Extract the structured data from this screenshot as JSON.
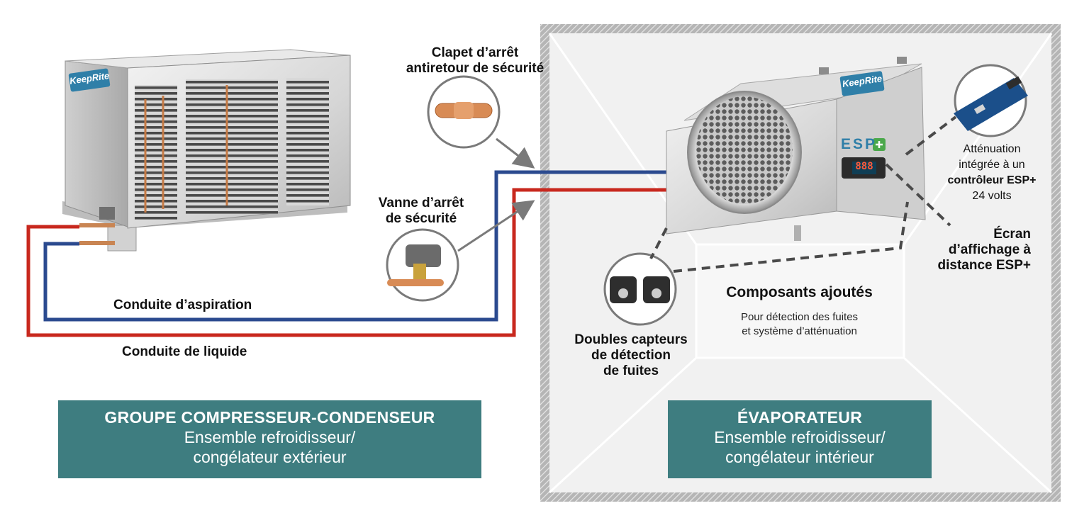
{
  "compressor": {
    "brand": "KeepRite",
    "banner_title": "GROUPE COMPRESSEUR-CONDENSEUR",
    "banner_line1": "Ensemble refroidisseur/",
    "banner_line2": "congélateur extérieur"
  },
  "evaporator": {
    "brand": "KeepRite",
    "esp_logo": "ESP",
    "display_reading": "888",
    "banner_title": "ÉVAPORATEUR",
    "banner_line1": "Ensemble refroidisseur/",
    "banner_line2": "congélateur intérieur"
  },
  "lines": {
    "suction_label": "Conduite d’aspiration",
    "liquid_label": "Conduite de liquide",
    "suction_color": "#2b4a8f",
    "liquid_color": "#c8281e"
  },
  "components": {
    "check_valve_line1": "Clapet d’arrêt",
    "check_valve_line2": "antiretour de sécurité",
    "shutoff_valve_line1": "Vanne d’arrêt",
    "shutoff_valve_line2": "de sécurité",
    "sensors_line1": "Doubles capteurs",
    "sensors_line2": "de détection",
    "sensors_line3": "de fuites",
    "mitigation_line1": "Atténuation",
    "mitigation_line2": "intégrée à un",
    "mitigation_line3": "contrôleur ESP+",
    "mitigation_line4": "24 volts",
    "display_line1": "Écran",
    "display_line2": "d’affichage à",
    "display_line3": "distance ESP+"
  },
  "added": {
    "title": "Composants ajoutés",
    "line1": "Pour détection des fuites",
    "line2": "et système d’atténuation"
  },
  "colors": {
    "banner": "#3e7d80",
    "room_wall": "#a3a3a3",
    "arrow": "#7a7a7a"
  }
}
